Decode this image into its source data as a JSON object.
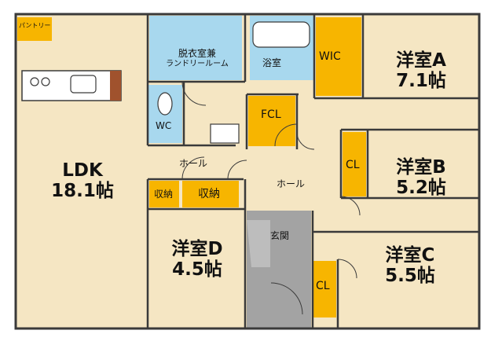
{
  "rooms": {
    "ldk": {
      "name": "LDK",
      "size": "18.1帖"
    },
    "room_a": {
      "name": "洋室A",
      "size": "7.1帖"
    },
    "room_b": {
      "name": "洋室B",
      "size": "5.2帖"
    },
    "room_c": {
      "name": "洋室C",
      "size": "5.5帖"
    },
    "room_d": {
      "name": "洋室D",
      "size": "4.5帖"
    }
  },
  "labels": {
    "pantry": "パントリー",
    "dressing": "脱衣室兼",
    "laundry": "ランドリールーム",
    "bath": "浴室",
    "wic": "WIC",
    "wc": "WC",
    "fcl": "FCL",
    "hall_1": "ホール",
    "hall_2": "ホール",
    "storage_1": "収納",
    "storage_2": "収納",
    "entrance": "玄関",
    "cl_b": "CL",
    "cl_c": "CL"
  },
  "colors": {
    "floor": "#f5e6c3",
    "closet": "#f7b500",
    "wet_area": "#a8d8ee",
    "entrance": "#a3a3a3",
    "wall": "#3a3a3a"
  }
}
